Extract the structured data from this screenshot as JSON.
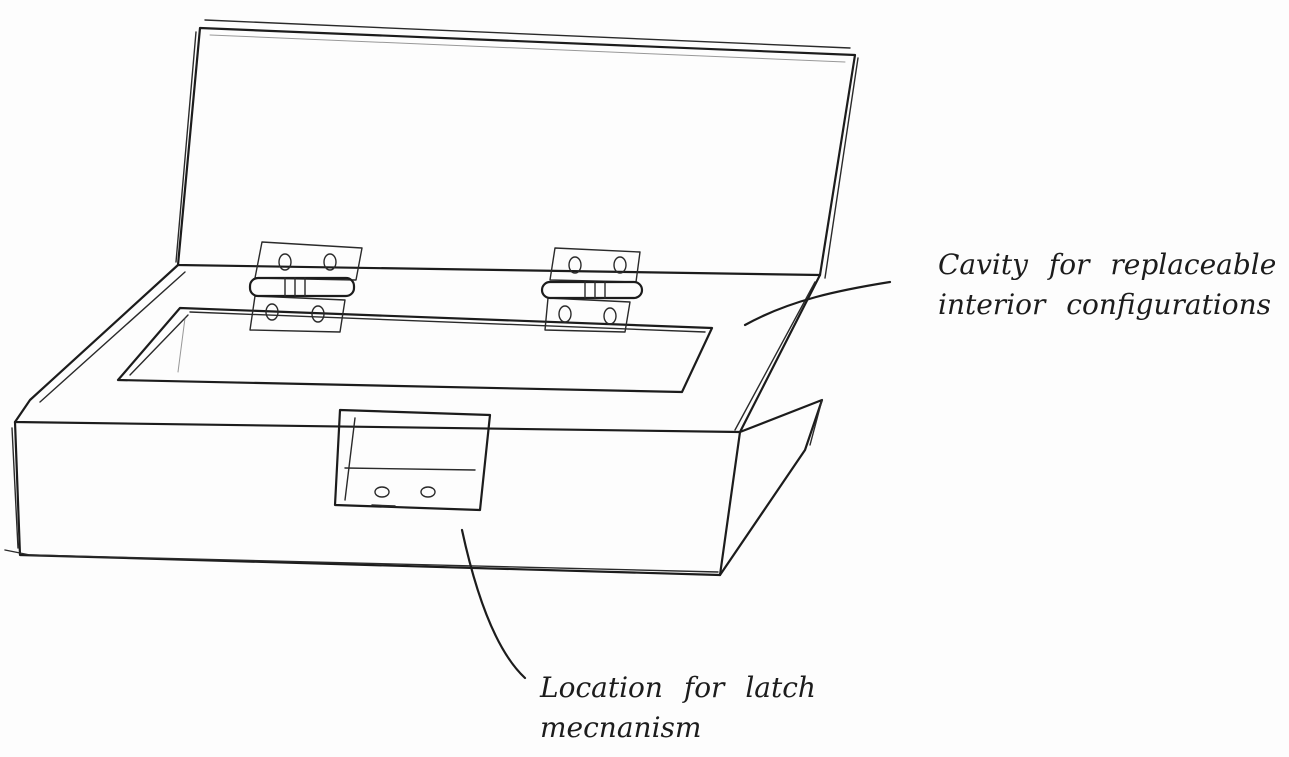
{
  "annotations": {
    "cavity": {
      "line1": "Cavity for replaceable",
      "line2": "interior configurations"
    },
    "latch": {
      "line1": "Location for latch",
      "line2": "mecnanism"
    }
  },
  "colors": {
    "ink": "#1c1c1c",
    "paper": "#fdfdfd"
  }
}
